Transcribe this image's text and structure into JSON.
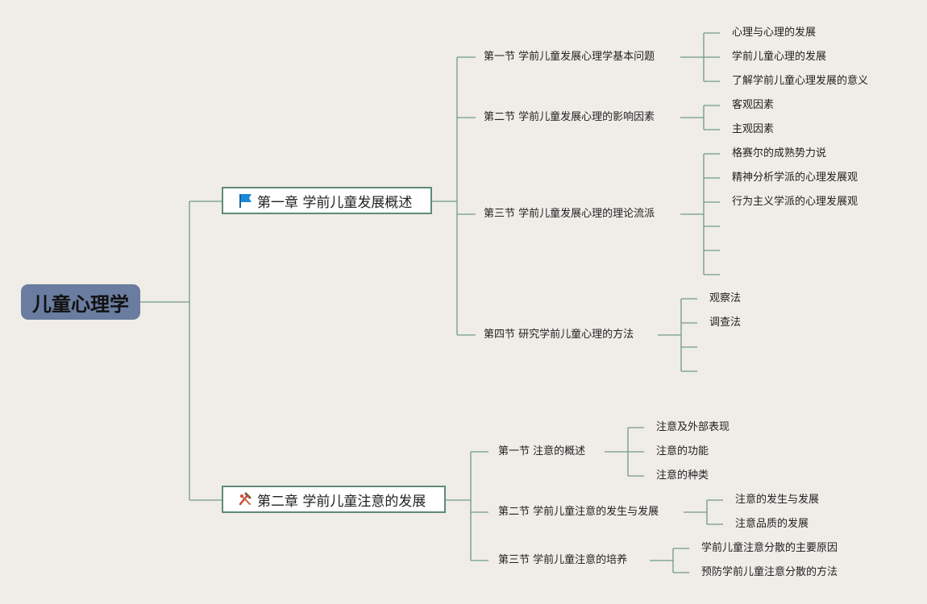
{
  "root": {
    "label": "儿童心理学"
  },
  "chapters": [
    {
      "label": "第一章 学前儿童发展概述",
      "icon": "flag-icon",
      "sections": [
        {
          "label": "第一节 学前儿童发展心理学基本问题",
          "items": [
            "心理与心理的发展",
            "学前儿童心理的发展",
            "了解学前儿童心理发展的意义"
          ]
        },
        {
          "label": "第二节 学前儿童发展心理的影响因素",
          "items": [
            "客观因素",
            "主观因素"
          ]
        },
        {
          "label": "第三节 学前儿童发展心理的理论流派",
          "items": [
            "格赛尔的成熟势力说",
            "精神分析学派的心理发展观",
            "行为主义学派的心理发展观",
            "",
            "",
            ""
          ]
        },
        {
          "label": "第四节 研究学前儿童心理的方法",
          "items": [
            "观察法",
            "调查法",
            "",
            ""
          ]
        }
      ]
    },
    {
      "label": "第二章 学前儿童注意的发展",
      "icon": "tools-icon",
      "sections": [
        {
          "label": "第一节 注意的概述",
          "items": [
            "注意及外部表现",
            "注意的功能",
            "注意的种类"
          ]
        },
        {
          "label": "第二节 学前儿童注意的发生与发展",
          "items": [
            "注意的发生与发展",
            "注意品质的发展"
          ]
        },
        {
          "label": "第三节 学前儿童注意的培养",
          "items": [
            "学前儿童注意分散的主要原因",
            "预防学前儿童注意分散的方法"
          ]
        }
      ]
    }
  ],
  "colors": {
    "line": "#6f9a8c",
    "root_fill": "#6a7da0",
    "chapter_border": "#5e8a7a",
    "flag": "#1e88d8",
    "tools": "#d0443a",
    "background": "#f0ece7"
  }
}
